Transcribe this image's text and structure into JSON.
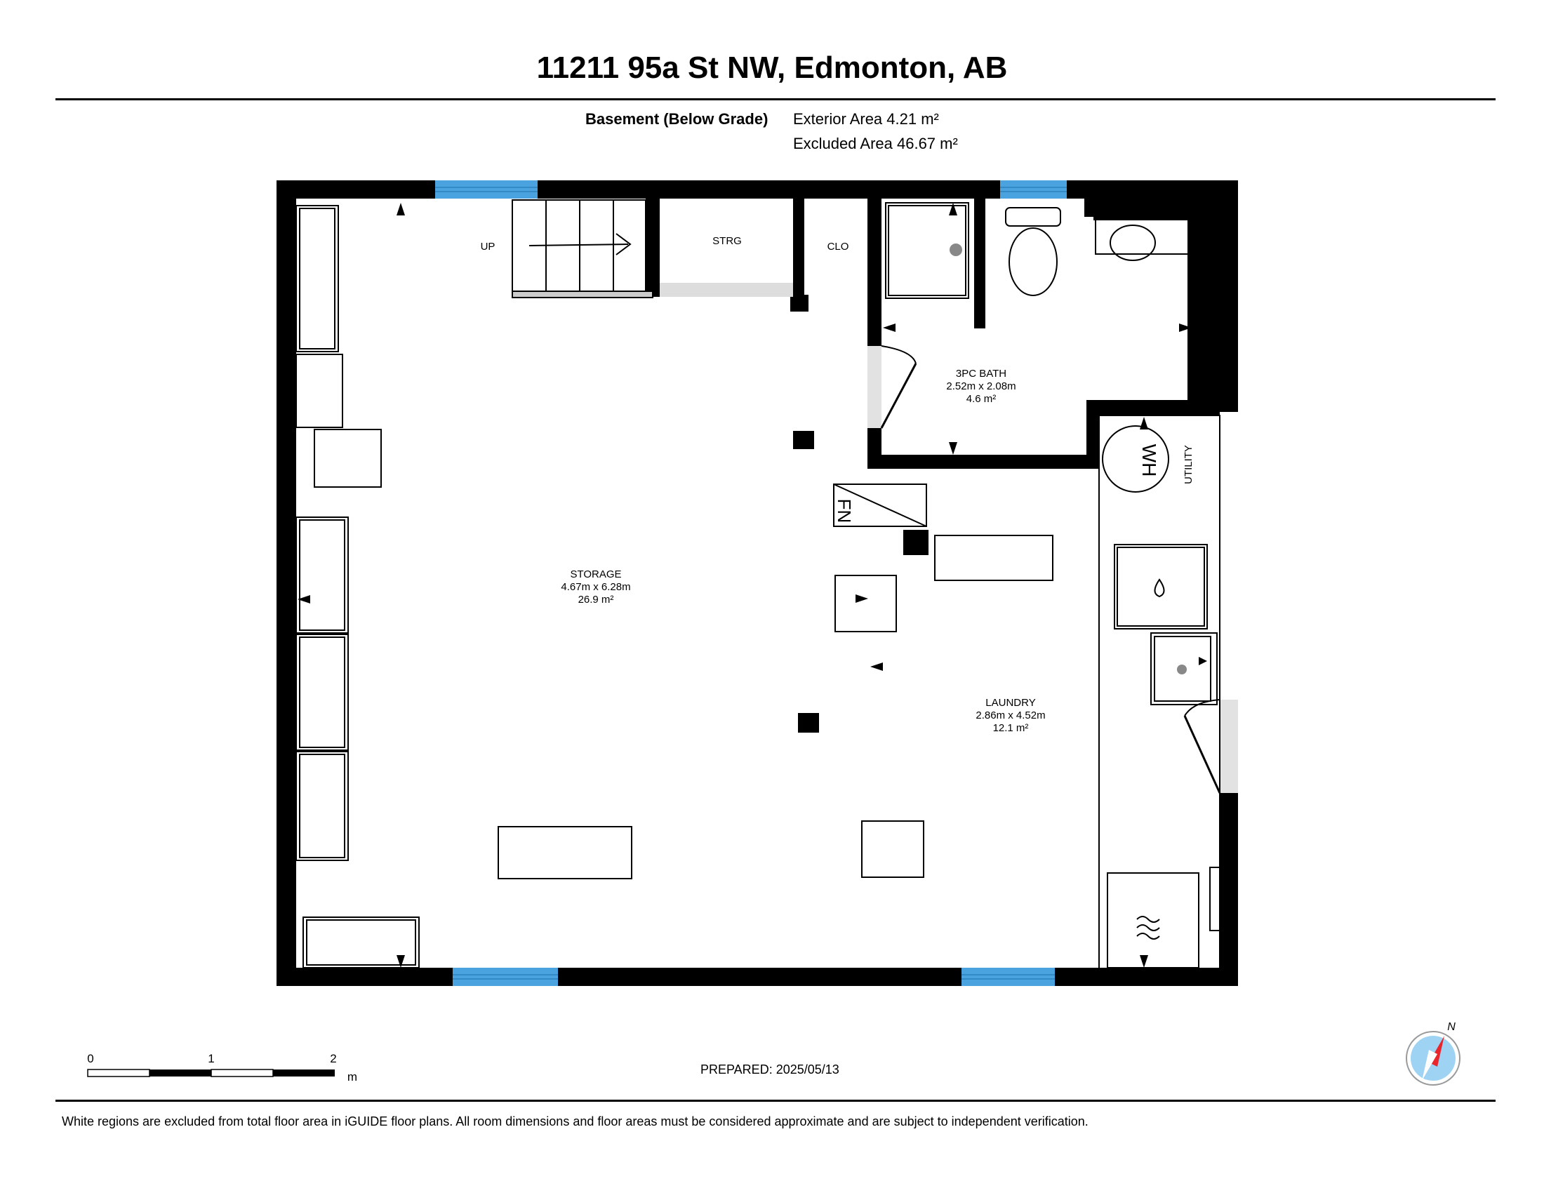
{
  "header": {
    "title": "11211 95a St NW, Edmonton, AB",
    "level_label": "Basement (Below Grade)",
    "exterior_area": "Exterior Area 4.21 m²",
    "excluded_area": "Excluded Area 46.67 m²"
  },
  "rooms": {
    "storage": {
      "name": "STORAGE",
      "dims": "4.67m x 6.28m",
      "area": "26.9 m²"
    },
    "bath": {
      "name": "3PC BATH",
      "dims": "2.52m x 2.08m",
      "area": "4.6 m²"
    },
    "laundry": {
      "name": "LAUNDRY",
      "dims": "2.86m x 4.52m",
      "area": "12.1 m²"
    },
    "strg": "STRG",
    "clo": "CLO",
    "up": "UP",
    "utility": "UTILITY",
    "wh": "WH",
    "fn": "FN"
  },
  "scale": {
    "tick0": "0",
    "tick1": "1",
    "tick2": "2",
    "unit": "m"
  },
  "compass": {
    "north": "N"
  },
  "footer": {
    "prepared": "PREPARED: 2025/05/13",
    "disclaimer": "White regions are excluded from total floor area in iGUIDE floor plans. All room dimensions and floor areas must be considered approximate and are subject to independent verification."
  },
  "colors": {
    "wall": "#000000",
    "window": "#4aa3df",
    "door": "#dddddd",
    "compass_red": "#e8262b",
    "compass_blue": "#9fd3f3"
  }
}
